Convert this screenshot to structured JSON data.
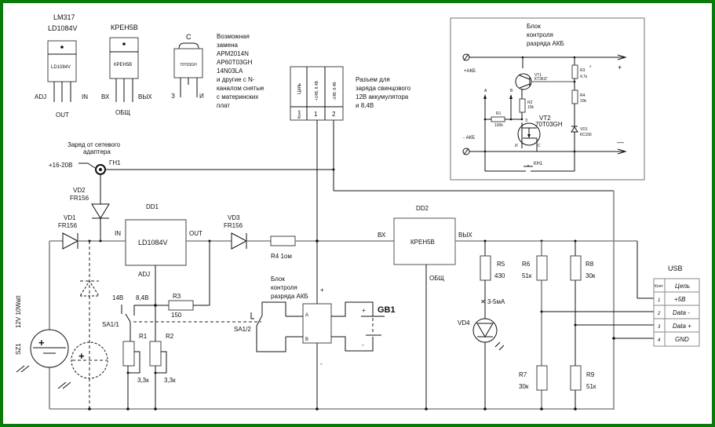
{
  "packages": {
    "lm317": {
      "title1": "LM317",
      "title2": "LD1084V",
      "body": "LD1084V",
      "pin_left": "ADJ",
      "pin_right": "IN",
      "pin_bottom": "OUT"
    },
    "kreh": {
      "title": "КРЕН5В",
      "body": "КРЕН5В",
      "pin_left": "ВХ",
      "pin_right": "ВЫХ",
      "pin_bottom": "ОБЩ"
    },
    "mosfet": {
      "top": "С",
      "body": "70T03GH",
      "pin_left": "З",
      "pin_right": "И"
    },
    "replacement_note": [
      "Возможная",
      "замена",
      "APM2014N",
      "AP60T03GH",
      "14N03LA",
      "и другие с N-",
      "каналом снятые",
      "с материнских",
      "плат"
    ]
  },
  "connector": {
    "headers": [
      "Цепь",
      "+14В, 8.4В",
      "-14В, 8.4В"
    ],
    "pins": [
      "Конт",
      "1",
      "2"
    ],
    "note": [
      "Разъем для",
      "заряда свинцового",
      "12В аккумулятора",
      "и 8,4В"
    ]
  },
  "inset": {
    "title": [
      "Блок",
      "контроля",
      "разряда АКБ"
    ],
    "plus_akb": "+АКБ",
    "minus_akb": "- АКБ",
    "out_plus": "+",
    "out_minus": "—",
    "vt1": {
      "name": "VT1",
      "part": "КТ361Г"
    },
    "vt2": {
      "name": "VT2",
      "part": "70T03GH"
    },
    "r1": {
      "name": "R1",
      "value": "100k"
    },
    "r2": {
      "name": "R2",
      "value": "10k"
    },
    "r3": {
      "name": "R3",
      "star": "*",
      "value": "4,7к"
    },
    "r4": {
      "name": "R4",
      "value": "10k"
    },
    "vd1": {
      "name": "VD1",
      "part": "КС156"
    },
    "kn1": "КН1",
    "label_a": "А",
    "label_b": "В",
    "pin_z": "З",
    "pin_i": "И",
    "pin_c": "С"
  },
  "main": {
    "charge_note": [
      "Заряд от сетевого",
      "адаптера"
    ],
    "supply": "+16-20В",
    "gn1": "ГН1",
    "vd1": {
      "name": "VD1",
      "part": "FR156"
    },
    "vd2": {
      "name": "VD2",
      "part": "FR156"
    },
    "vd3": {
      "name": "VD3",
      "part": "FR156"
    },
    "dd1": {
      "name": "DD1",
      "body": "LD1084V",
      "in": "IN",
      "out": "OUT",
      "adj": "ADJ"
    },
    "dd2": {
      "name": "DD2",
      "body": "КРЕН5В",
      "in": "ВХ",
      "out": "ВЫХ",
      "gnd": "ОБЩ"
    },
    "r4": "R4  1ом",
    "r3": {
      "name": "R3",
      "value": "150"
    },
    "r1": {
      "name": "R1",
      "value": "3,3к"
    },
    "r2": {
      "name": "R2",
      "value": "3,3к"
    },
    "r5": {
      "name": "R5",
      "value": "430"
    },
    "r6": {
      "name": "R6",
      "value": "51к"
    },
    "r7": {
      "name": "R7",
      "value": "30к"
    },
    "r8": {
      "name": "R8",
      "value": "30к"
    },
    "r9": {
      "name": "R9",
      "value": "51к"
    },
    "sa1_1": "SA1/1",
    "sa1_2": "SA1/2",
    "v14": "14В",
    "v84": "8,4В",
    "sz1": "SZ1",
    "sz1_spec": "12V 10Watt",
    "block_title": [
      "Блок",
      "контроля",
      "разряда АКБ"
    ],
    "block_a": "А",
    "block_b": "В",
    "plus": "+",
    "minus": "-",
    "gb1": "GB1",
    "gb1_plus": "+",
    "gb1_minus": "-",
    "vd4": "VD4",
    "led_current": "✕ 3-5мА"
  },
  "usb": {
    "title": "USB",
    "header_pin": "Конт",
    "header_net": "Цепь",
    "rows": [
      {
        "pin": "1",
        "net": "+5В"
      },
      {
        "pin": "2",
        "net": "Data -"
      },
      {
        "pin": "3",
        "net": "Data +"
      },
      {
        "pin": "4",
        "net": "GND"
      }
    ]
  }
}
